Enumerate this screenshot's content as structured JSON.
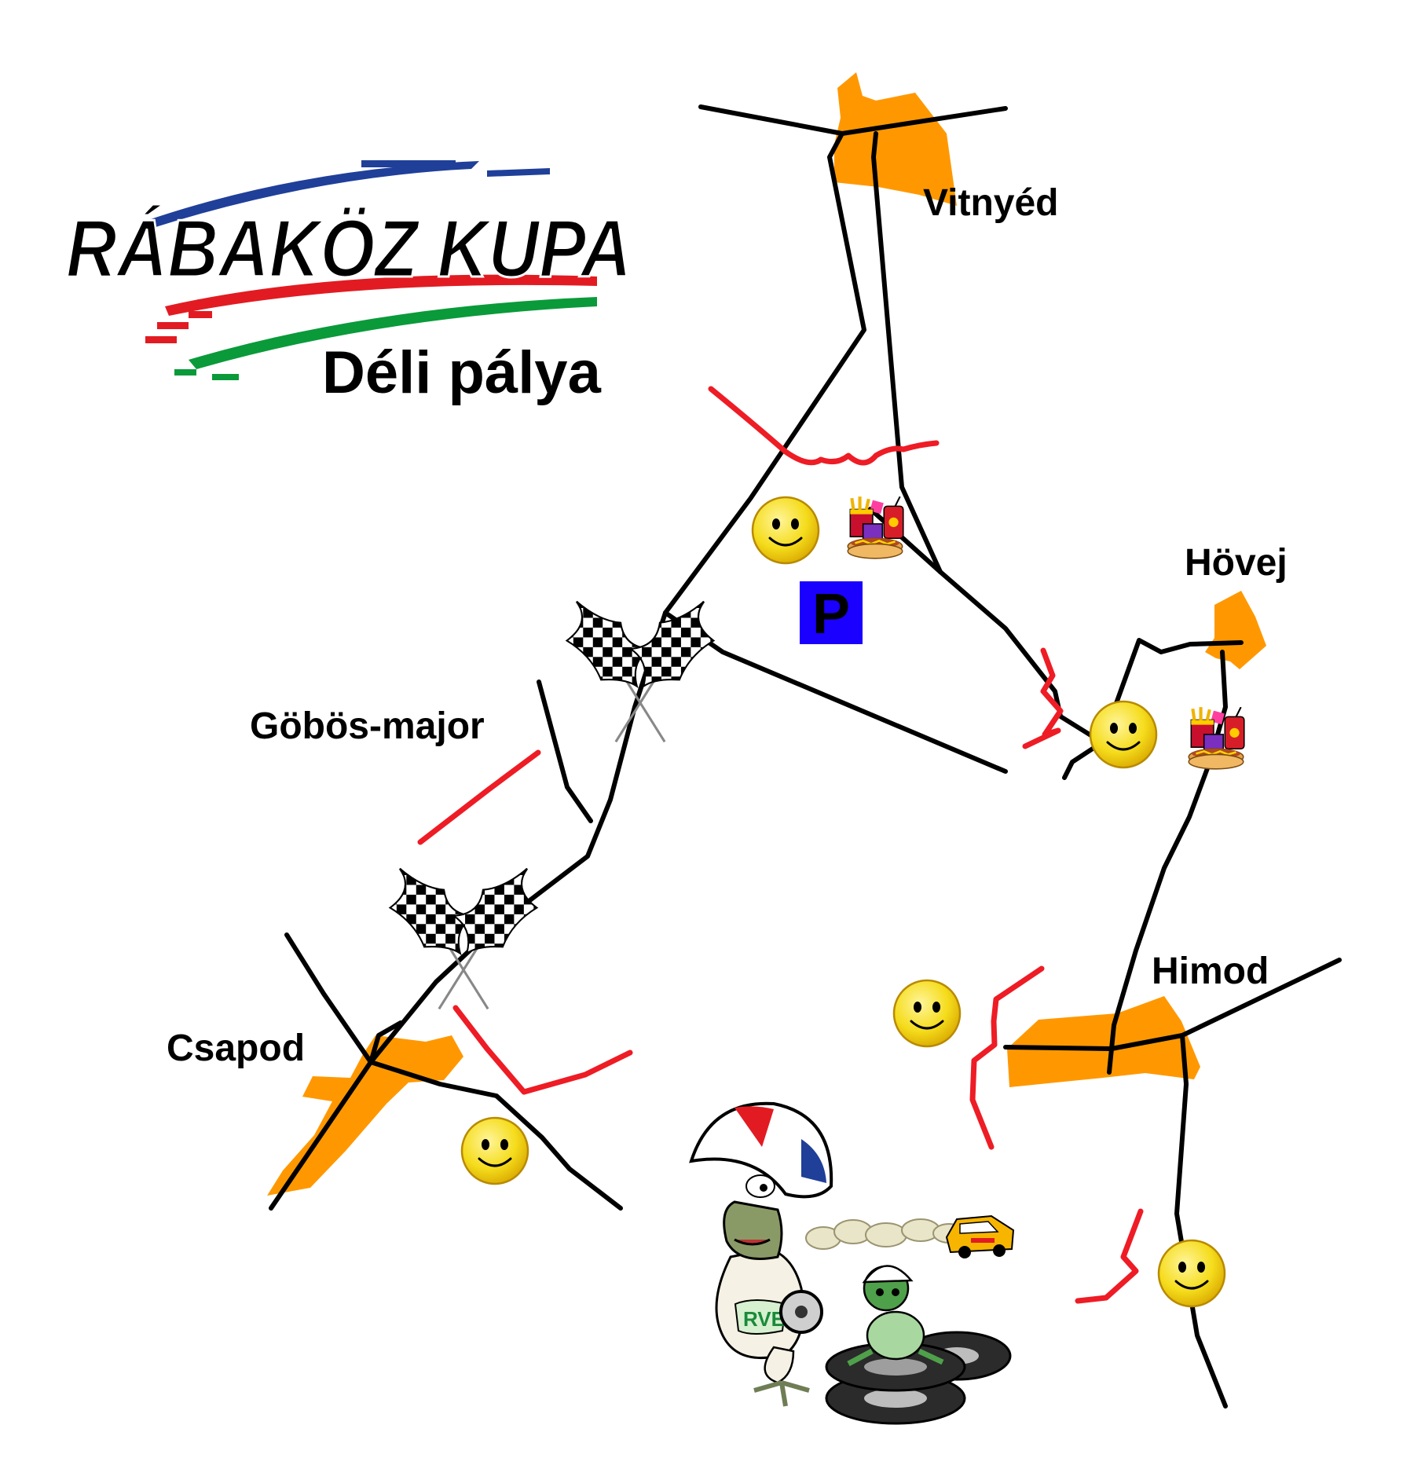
{
  "logo": {
    "text": "RÁBAKÖZ KUPA",
    "stripe_colors": [
      "#1f3f99",
      "#e21b22",
      "#0a9a3a"
    ]
  },
  "title": "Déli pálya",
  "places": {
    "vitnyed": "Vitnyéd",
    "hovej": "Hövej",
    "gobos_major": "Göbös-major",
    "himod": "Himod",
    "csapod": "Csapod"
  },
  "parking": {
    "symbol": "P",
    "color": "#1a00ff"
  },
  "colors": {
    "road": "#000000",
    "special_stage": "#ee1c25",
    "village": "#ff9800",
    "spectator": "#f7e02a"
  },
  "icons": {
    "spectator_point": "smiley-icon",
    "catering": "food-drink-icon",
    "start_finish": "checkered-flags-icon",
    "mascot": "rally-driver-mascot",
    "mascot_suit_text": "RVE"
  }
}
